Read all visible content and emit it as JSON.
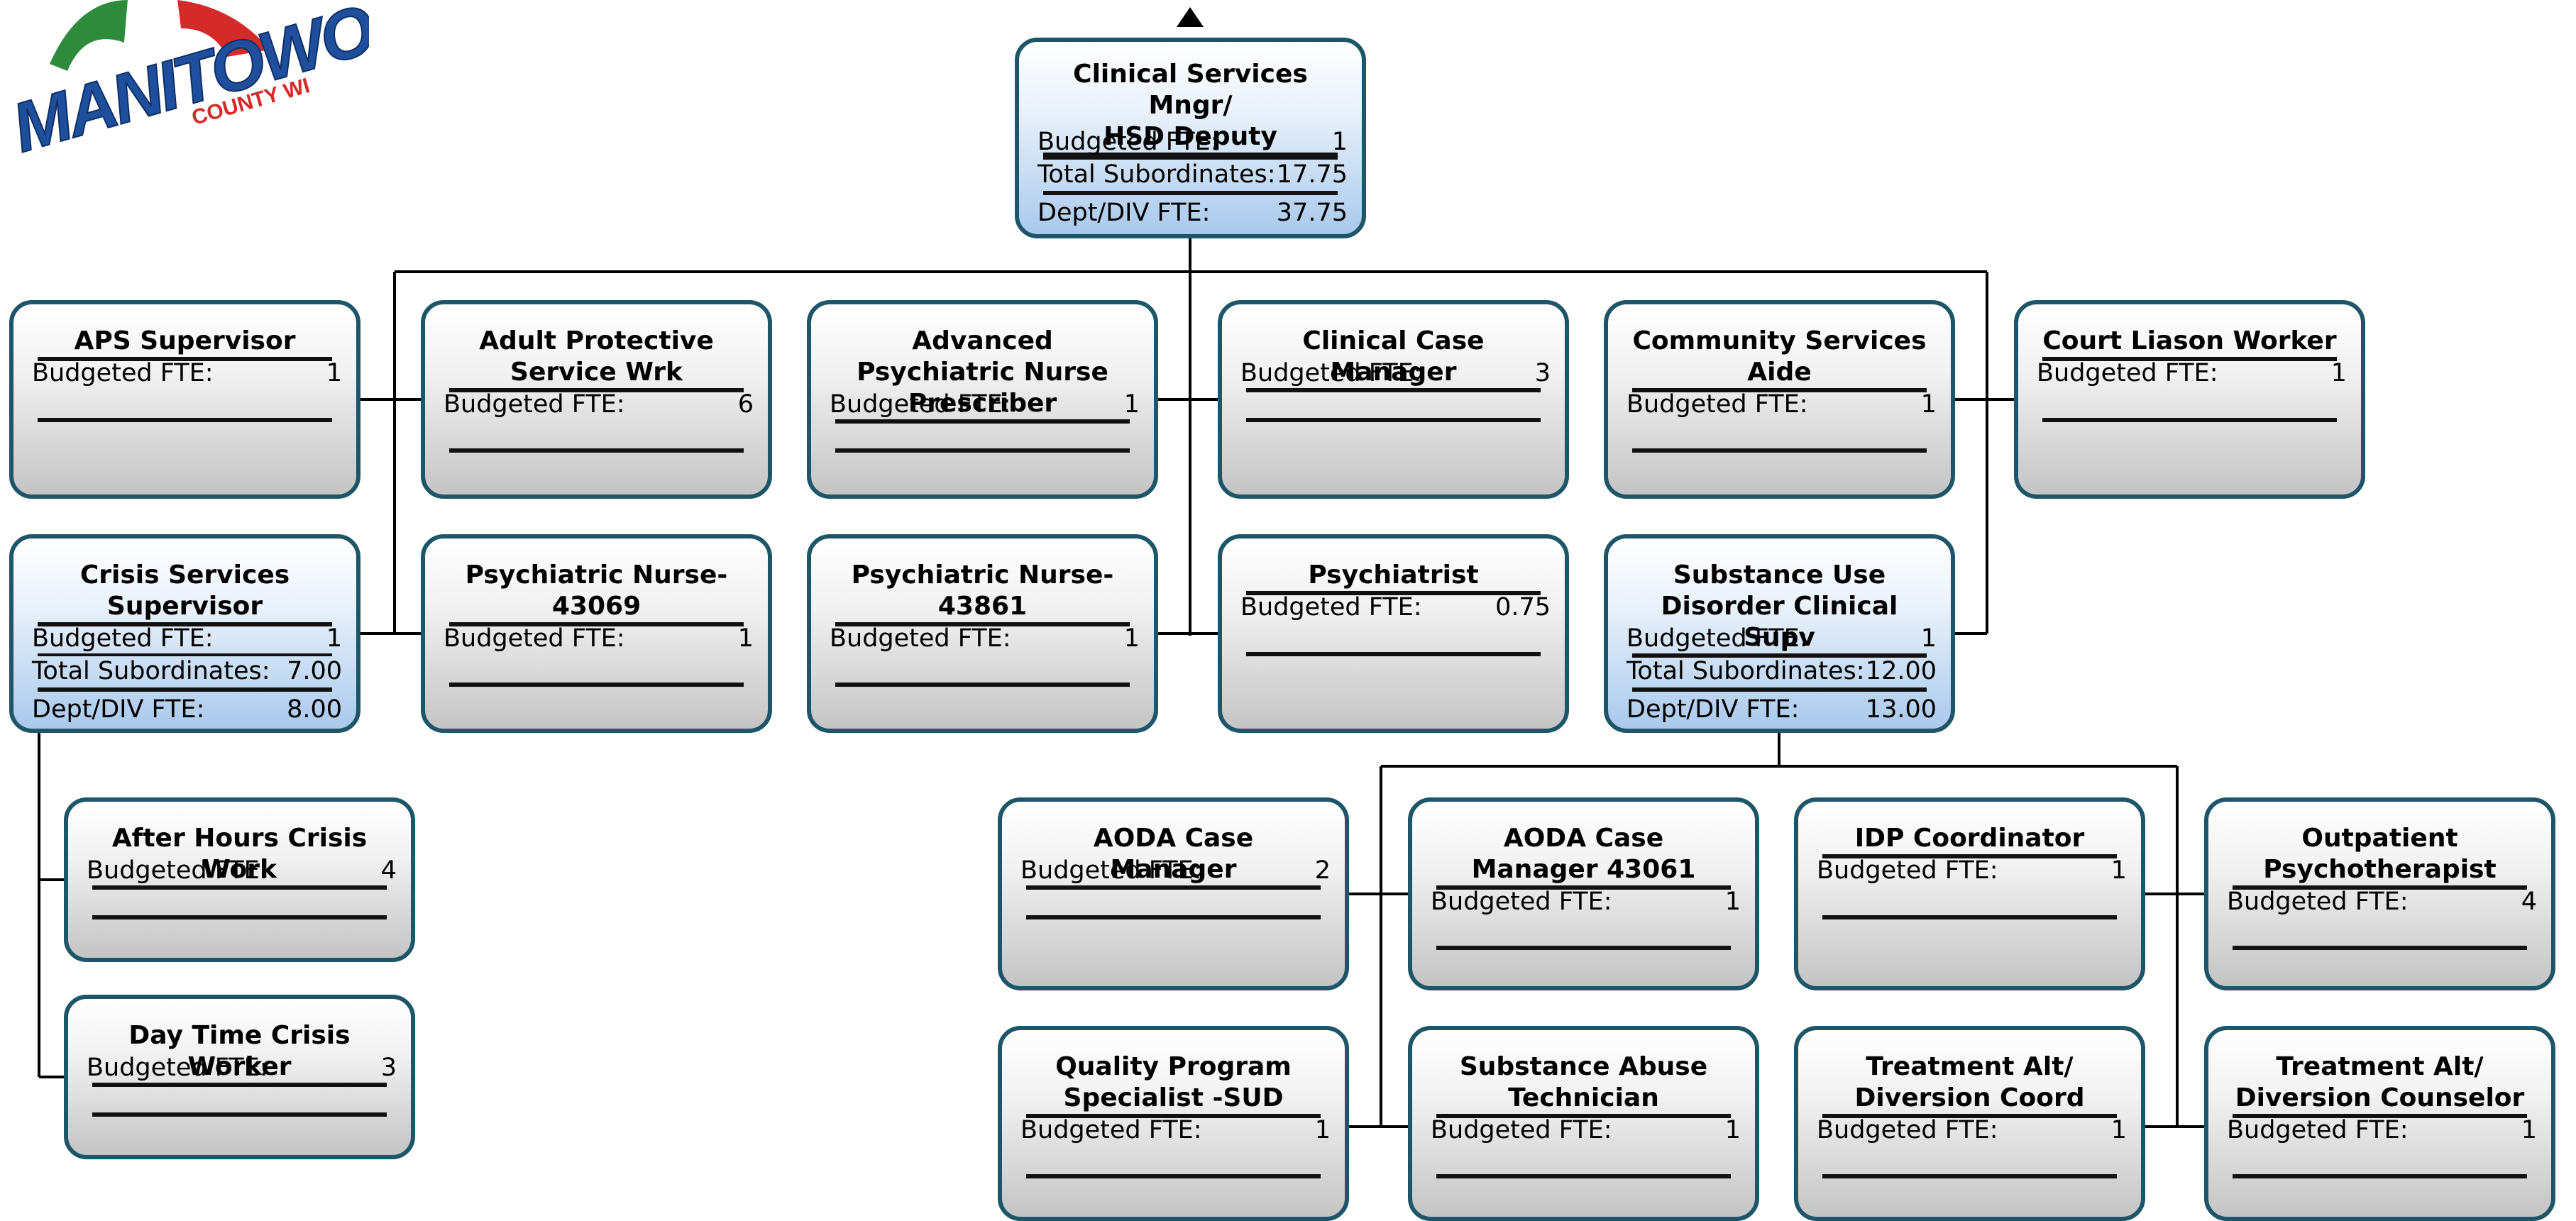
{
  "logo": {
    "name": "MANITOWOC",
    "sub": "COUNTY WI"
  },
  "labels": {
    "budgeted": "Budgeted FTE:",
    "subordinates": "Total Subordinates:",
    "dept": "Dept/DIV FTE:"
  },
  "root": {
    "title_line1": "Clinical Services Mngr/",
    "title_line2": "HSD Deputy",
    "budgeted_fte": "1",
    "total_subordinates": "17.75",
    "dept_div_fte": "37.75"
  },
  "positions": [
    {
      "title": "APS Supervisor",
      "budgeted_fte": "1"
    },
    {
      "title": "Adult Protective Service Wrk",
      "budgeted_fte": "6"
    },
    {
      "title": "Advanced Psychiatric Nurse Prescriber",
      "budgeted_fte": "1"
    },
    {
      "title": "Clinical Case Manager",
      "budgeted_fte": "3"
    },
    {
      "title": "Community Services Aide",
      "budgeted_fte": "1"
    },
    {
      "title": "Court Liason Worker",
      "budgeted_fte": "1"
    },
    {
      "title": "Crisis Services Supervisor",
      "budgeted_fte": "1",
      "total_subordinates": "7.00",
      "dept_div_fte": "8.00"
    },
    {
      "title": "Psychiatric Nurse-43069",
      "budgeted_fte": "1"
    },
    {
      "title": "Psychiatric Nurse-43861",
      "budgeted_fte": "1"
    },
    {
      "title": "Psychiatrist",
      "budgeted_fte": "0.75"
    },
    {
      "title": "Substance Use Disorder Clinical Supv",
      "budgeted_fte": "1",
      "total_subordinates": "12.00",
      "dept_div_fte": "13.00"
    },
    {
      "title": "After Hours Crisis Work",
      "budgeted_fte": "4"
    },
    {
      "title": "Day Time Crisis Worker",
      "budgeted_fte": "3"
    },
    {
      "title": "AODA Case Manager",
      "budgeted_fte": "2"
    },
    {
      "title": "AODA Case Manager 43061",
      "budgeted_fte": "1"
    },
    {
      "title": "IDP Coordinator",
      "budgeted_fte": "1"
    },
    {
      "title": "Outpatient Psychotherapist",
      "budgeted_fte": "4"
    },
    {
      "title": "Quality Program Specialist -SUD",
      "budgeted_fte": "1"
    },
    {
      "title": "Substance Abuse Technician",
      "budgeted_fte": "1"
    },
    {
      "title": "Treatment Alt/ Diversion Coord",
      "budgeted_fte": "1"
    },
    {
      "title": "Treatment Alt/ Diversion Counselor",
      "budgeted_fte": "1"
    }
  ]
}
